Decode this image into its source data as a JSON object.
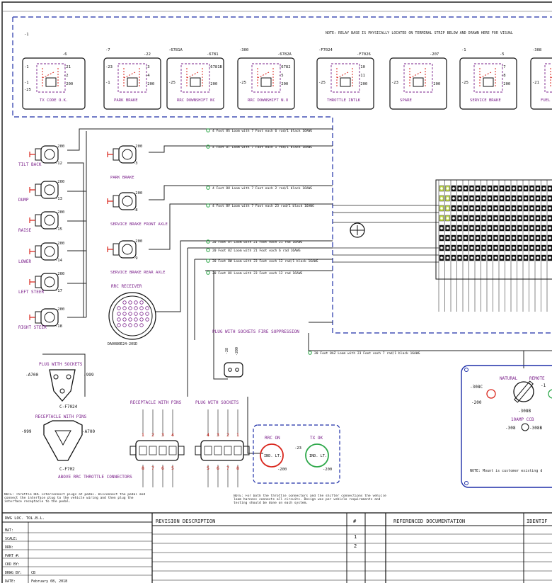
{
  "top_note": "NOTE: RELAY BASE IS PHYSICALLY LOCATED ON TERMINAL STRIP BELOW AND DRAWN HERE FOR VISUAL",
  "relays": [
    {
      "label": "TX CODE O.K.",
      "left_top": "-1",
      "left_mid": "-1",
      "left_bot": "-1",
      "right_top": "-6",
      "right_mid": "-21",
      "right_bot": "-2",
      "coil_a": "-25",
      "coil_b": "-200"
    },
    {
      "label": "PARK BRAKE",
      "left_top": "-7",
      "left_mid": "-23",
      "left_bot": "-1",
      "right_top": "-22",
      "right_mid": "-3",
      "right_bot": "-4",
      "coil_a": "",
      "coil_b": "-200"
    },
    {
      "label": "RRC DOWNSHIFT NC",
      "left_top": "-6781A",
      "left_mid": "",
      "left_bot": "-25",
      "right_top": "-6781",
      "right_mid": "-6781B",
      "right_bot": "",
      "coil_a": "",
      "coil_b": "-200"
    },
    {
      "label": "RRC DOWNSHIFT N.O",
      "left_top": "-300",
      "left_mid": "",
      "left_bot": "-25",
      "right_top": "-6782A",
      "right_mid": "-6782",
      "right_bot": "-5",
      "coil_a": "",
      "coil_b": "-200"
    },
    {
      "label": "THROTTLE INTLK",
      "left_top": "-F7024",
      "left_mid": "",
      "left_bot": "-25",
      "right_top": "-F7026",
      "right_mid": "-10",
      "right_bot": "-11",
      "coil_a": "",
      "coil_b": "-200"
    },
    {
      "label": "SPARE",
      "left_top": "",
      "left_mid": "",
      "left_bot": "-23",
      "right_top": "-207",
      "right_mid": "",
      "right_bot": "",
      "coil_a": "",
      "coil_b": "-200"
    },
    {
      "label": "SERVICE BRAKE",
      "left_top": "-1",
      "left_mid": "",
      "left_bot": "-25",
      "right_top": "-5",
      "right_mid": "-7",
      "right_bot": "-8",
      "coil_a": "",
      "coil_b": "-200"
    },
    {
      "label": "FUEL",
      "left_top": "-308",
      "left_mid": "",
      "left_bot": "-21",
      "right_top": "",
      "right_mid": "",
      "right_bot": "",
      "coil_a": "",
      "coil_b": ""
    }
  ],
  "sensors_left": [
    {
      "label": "TILT BACK",
      "pins": [
        "-200",
        "-12"
      ]
    },
    {
      "label": "DUMP",
      "pins": [
        "-200",
        "-13"
      ]
    },
    {
      "label": "RAISE",
      "pins": [
        "-200",
        "-15"
      ]
    },
    {
      "label": "LOWER",
      "pins": [
        "-200",
        "-14"
      ]
    },
    {
      "label": "LEFT STEER",
      "pins": [
        "-200",
        "-17"
      ]
    },
    {
      "label": "RIGHT STEER",
      "pins": [
        "-200",
        "-18"
      ]
    }
  ],
  "sensors_mid": [
    {
      "label": "PARK BRAKE",
      "pins": [
        "-200",
        "-3"
      ]
    },
    {
      "label": "SERVICE BRAKE FRONT AXLE",
      "pins": [
        "-200",
        "-8"
      ]
    },
    {
      "label": "SERVICE BRAKE REAR AXLE",
      "pins": [
        "-200",
        "-9"
      ]
    }
  ],
  "rrc_receiver": {
    "label": "RRC RECEIVER",
    "part": "DA0080E24-20SD"
  },
  "wire_labels": [
    "4 Foot 8S Loom with 7 Foot each 6 rad/1 black 16AWG",
    "4 Foot 8T Loom with 7 Foot each 1 rad/1 black 16AWG",
    "4 Foot 8U Loom with 7 Foot each 2 rad/1 black 16AWG",
    "4 Foot 8V Loom with 7 Foot each 23 rad/1 black 16AWG",
    "20 Foot 8Y Loom with 21 Foot each 21 rad 16AWG",
    "20 Foot 8Z Loom with 21 Foot each 6 rad 16AWG",
    "20 Foot 8W Loom with 23 Foot each 12 rad/1 black 16AWG",
    "20 Foot 8X Loom with 23 Foot each 12 rad 16AWG",
    "20 Foot 8AZ Loom with 23 Foot each 7 rad/1 black 16AWG"
  ],
  "fire_suppression": {
    "label": "PLUG WITH SOCKETS FIRE SUPPRESSION",
    "pins": [
      "-28",
      "-200"
    ]
  },
  "throttle_connectors": {
    "plug_label": "PLUG WITH SOCKETS",
    "plug_left": "-A700",
    "plug_right": "-999",
    "plug_tag": "C-F7024",
    "recept_label": "RECEPTACLE WITH PINS",
    "recept_left": "-999",
    "recept_right": "-A700",
    "recept_tag": "C-F702",
    "caption": "ABOVE RRC THROTTLE CONNECTORS"
  },
  "recept_pins": {
    "label": "RECEPTACLE WITH PINS",
    "top": [
      "1",
      "2",
      "3",
      "4"
    ],
    "bottom": [
      "8",
      "7",
      "6",
      "5"
    ]
  },
  "plug_sockets": {
    "label": "PLUG WITH SOCKETS",
    "top": [
      "4",
      "3",
      "2",
      "1"
    ],
    "bottom": [
      "5",
      "6",
      "7",
      "8"
    ]
  },
  "indicators": [
    {
      "title": "RRC ON",
      "lamp": "IND. LT.",
      "pin_top": "",
      "pin_bot": "-200",
      "color": "#d9261c"
    },
    {
      "title": "TX OK",
      "lamp": "IND. LT.",
      "pin_top": "-23",
      "pin_bot": "-200",
      "color": "#2ea84a"
    }
  ],
  "control_panel": {
    "natural": "NATURAL",
    "remote": "REMOTE",
    "pin1": "-1",
    "left_a": "-308C",
    "left_b": "-200",
    "bottom": "-308B",
    "lamp": "10AMP CCB",
    "lamp_left": "-308",
    "lamp_right": "-308B",
    "note": "NOTE: Mount is customer existing d"
  },
  "notes": {
    "left": "NOTE: Throttle RRC interconnect plugs at pedal. Disconnect the pedal and connect the interface plug to the vehicle wiring and then plug the interface receptacle to the pedal.",
    "right": "NOTE: For both the throttle connectors and the shifter connections the vehicle loom harness connects all circuits. Design was per vehicle requirements and testing should be done on each system."
  },
  "title_block": {
    "left_header": "DWG LOC. TOL.B.L.",
    "rows": [
      {
        "k": "MAT:",
        "v": ""
      },
      {
        "k": "SCALE:",
        "v": ""
      },
      {
        "k": "DRN:",
        "v": ""
      },
      {
        "k": "PART #:",
        "v": ""
      },
      {
        "k": "CKD BY:",
        "v": ""
      },
      {
        "k": "DRWG BY:",
        "v": "CB"
      },
      {
        "k": "DATE:",
        "v": "February 08, 2018"
      }
    ],
    "revision_header": "REVISION DESCRIPTION",
    "rev_col": "#",
    "rev_nums": [
      "1",
      "2"
    ],
    "ref_header": "REFERENCED DOCUMENTATION",
    "ident_header": "IDENTIF"
  }
}
